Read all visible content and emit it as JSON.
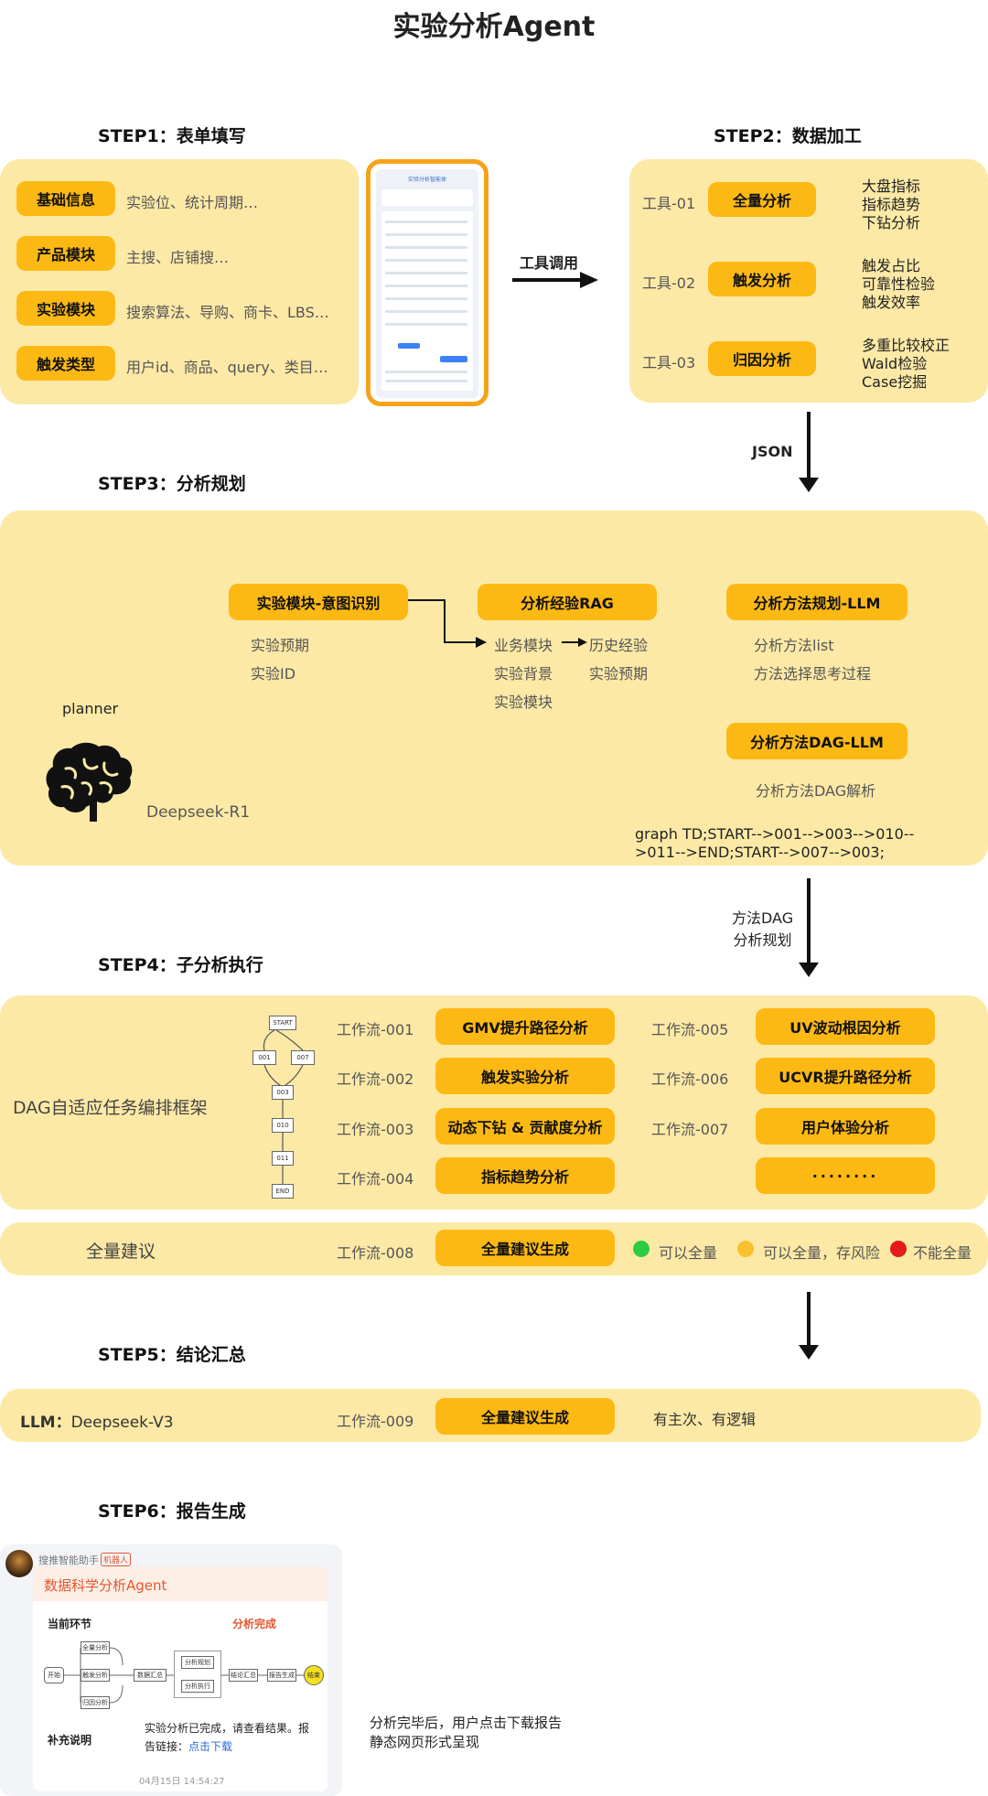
{
  "title": "实验分析Agent",
  "step1": {
    "heading": "STEP1：表单填写",
    "rows": [
      {
        "label": "基础信息",
        "desc": "实验位、统计周期…"
      },
      {
        "label": "产品模块",
        "desc": "主搜、店铺搜…"
      },
      {
        "label": "实验模块",
        "desc": "搜索算法、导购、商卡、LBS…"
      },
      {
        "label": "触发类型",
        "desc": "用户id、商品、query、类目…"
      }
    ]
  },
  "phone": {
    "header": "实验分析智能体"
  },
  "tool_call": "工具调用",
  "step2": {
    "heading": "STEP2：数据加工",
    "tools": [
      {
        "id": "工具-01",
        "label": "全量分析",
        "details": [
          "大盘指标",
          "指标趋势",
          "下钻分析"
        ]
      },
      {
        "id": "工具-02",
        "label": "触发分析",
        "details": [
          "触发占比",
          "可靠性检验",
          "触发效率"
        ]
      },
      {
        "id": "工具-03",
        "label": "归因分析",
        "details": [
          "多重比较校正",
          "Wald检验",
          "Case挖掘"
        ]
      }
    ]
  },
  "json_label": "JSON",
  "step3": {
    "heading": "STEP3：分析规划",
    "intent": {
      "label": "实验模块-意图识别",
      "items": [
        "实验预期",
        "实验ID"
      ]
    },
    "rag": {
      "label": "分析经验RAG",
      "left": [
        "业务模块",
        "实验背景",
        "实验模块"
      ],
      "right": [
        "历史经验",
        "实验预期"
      ]
    },
    "method": {
      "label": "分析方法规划-LLM",
      "items": [
        "分析方法list",
        "方法选择思考过程"
      ]
    },
    "dag": {
      "label": "分析方法DAG-LLM",
      "items": [
        "分析方法DAG解析"
      ]
    },
    "planner": "planner",
    "model": "Deepseek-R1",
    "graph": [
      "graph TD;START-->001-->003-->010--",
      ">011-->END;START-->007-->003;"
    ]
  },
  "dag_arrow": [
    "方法DAG",
    "分析规划"
  ],
  "step4": {
    "heading": "STEP4：子分析执行",
    "framework": "DAG自适应任务编排框架",
    "mini_nodes": [
      "START",
      "001",
      "007",
      "003",
      "010",
      "011",
      "END"
    ],
    "left": [
      {
        "id": "工作流-001",
        "label": "GMV提升路径分析"
      },
      {
        "id": "工作流-002",
        "label": "触发实验分析"
      },
      {
        "id": "工作流-003",
        "label": "动态下钻 & 贡献度分析"
      },
      {
        "id": "工作流-004",
        "label": "指标趋势分析"
      }
    ],
    "right": [
      {
        "id": "工作流-005",
        "label": "UV波动根因分析"
      },
      {
        "id": "工作流-006",
        "label": "UCVR提升路径分析"
      },
      {
        "id": "工作流-007",
        "label": "用户体验分析"
      },
      {
        "id": "",
        "label": "········"
      }
    ]
  },
  "full": {
    "title": "全量建议",
    "id": "工作流-008",
    "label": "全量建议生成",
    "legend": [
      {
        "color": "#2ecc40",
        "text": "可以全量"
      },
      {
        "color": "#fbc02d",
        "text": "可以全量，存风险"
      },
      {
        "color": "#e31b1b",
        "text": "不能全量"
      }
    ]
  },
  "step5": {
    "heading": "STEP5：结论汇总",
    "llm_label": "LLM：",
    "llm_model": "Deepseek-V3",
    "id": "工作流-009",
    "label": "全量建议生成",
    "note": "有主次、有逻辑"
  },
  "step6": {
    "heading": "STEP6：报告生成",
    "bot": "搜推智能助手",
    "bot_tag": "机器人",
    "card_title": "数据科学分析Agent",
    "stage_label": "当前环节",
    "stage_status": "分析完成",
    "flow_nodes": [
      "开始",
      "全量分析",
      "触发分析",
      "归因分析",
      "数据汇总",
      "分析规划",
      "分析执行",
      "结论汇总",
      "报告生成",
      "结束"
    ],
    "extra_label": "补充说明",
    "extra_text": "实验分析已完成，请查看结果。报",
    "extra_text2": "告链接：",
    "link": "点击下载",
    "time": "04月15日 14:54:27",
    "note": [
      "分析完毕后，用户点击下载报告",
      "静态网页形式呈现"
    ]
  }
}
